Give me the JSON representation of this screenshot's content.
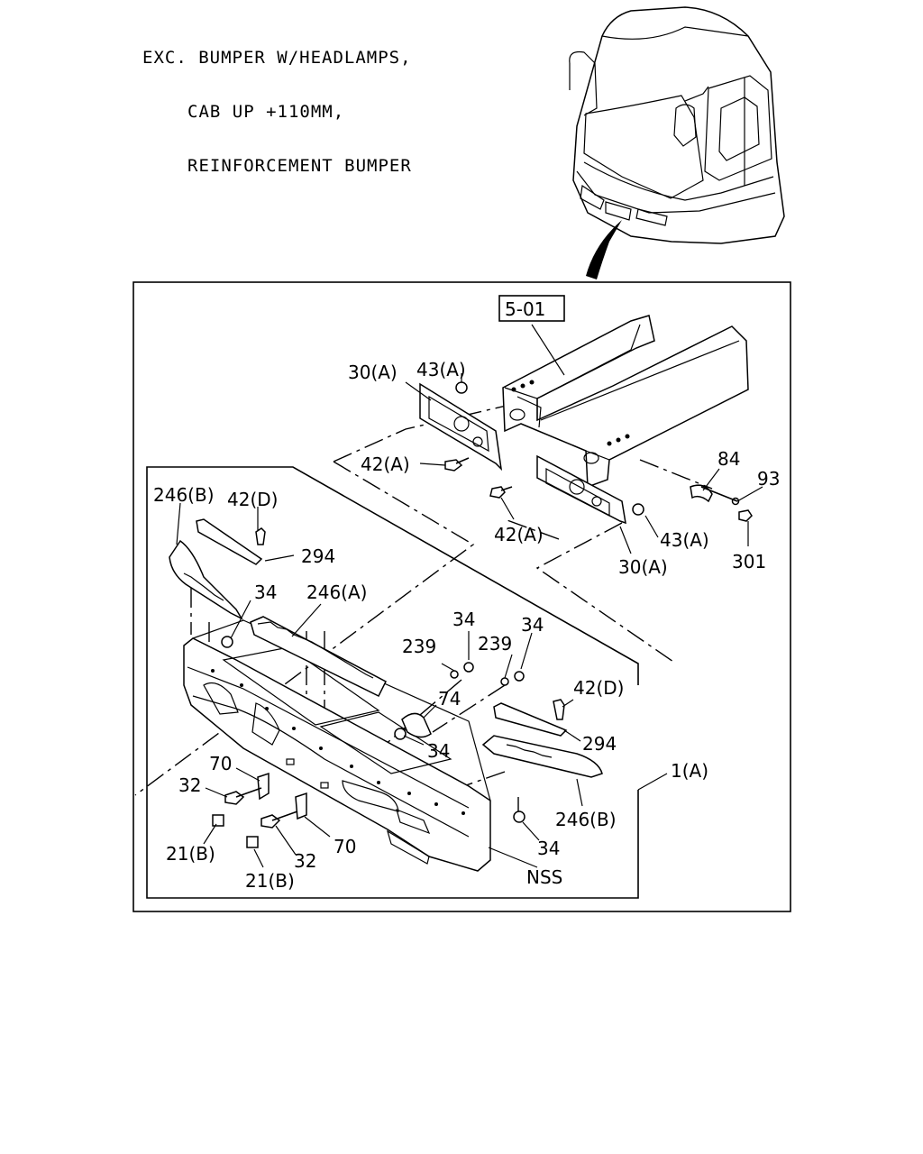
{
  "header": {
    "line1": "EXC. BUMPER W/HEADLAMPS,",
    "line2": "CAB UP +110MM,",
    "line3": "REINFORCEMENT BUMPER"
  },
  "ref_box": "5-01",
  "labels": {
    "l43a_top": "43(A)",
    "l30a_top": "30(A)",
    "l42a_left": "42(A)",
    "l84": "84",
    "l93": "93",
    "l301": "301",
    "l42a_bottom": "42(A)",
    "l43a_right": "43(A)",
    "l30a_bottom": "30(A)",
    "l246b_top": "246(B)",
    "l42d_top": "42(D)",
    "l294_top": "294",
    "l34_a": "34",
    "l246a": "246(A)",
    "l34_b": "34",
    "l34_c": "34",
    "l239_a": "239",
    "l239_b": "239",
    "l74": "74",
    "l42d_right": "42(D)",
    "l34_d": "34",
    "l294_right": "294",
    "l1a": "1(A)",
    "l70_a": "70",
    "l32_a": "32",
    "l246b_right": "246(B)",
    "l21b_a": "21(B)",
    "l70_b": "70",
    "l32_b": "32",
    "l34_e": "34",
    "l21b_b": "21(B)",
    "lnss": "NSS"
  }
}
